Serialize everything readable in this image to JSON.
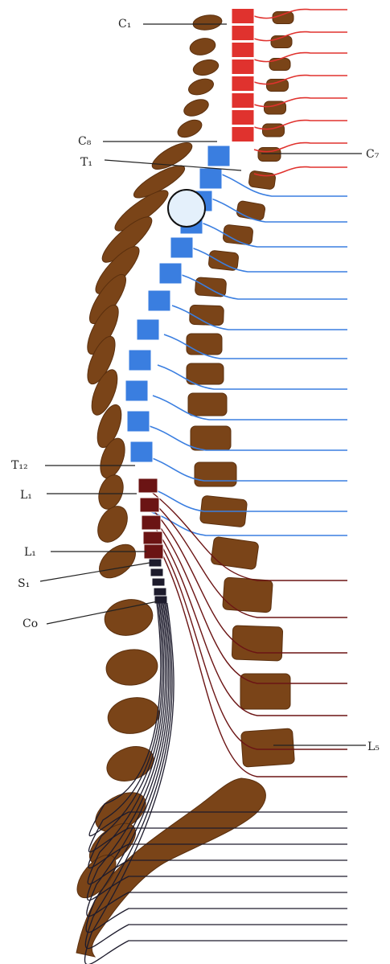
{
  "labels": {
    "c1": "C₁",
    "c8": "C₈",
    "c7": "C₇",
    "t1": "T₁",
    "t12": "T₁₂",
    "l1a": "L₁",
    "l1b": "L₁",
    "s1": "S₁",
    "co": "Co",
    "l5": "L₅"
  },
  "colors": {
    "bone": "#7a4418",
    "bone_dark": "#5a2f0e",
    "cervical": "#e0322e",
    "thoracic": "#3a7ee0",
    "lumbar": "#6b1414",
    "sacral": "#1d1b2c",
    "marker_fill": "#e4f0fb"
  },
  "icons": {
    "marker": "circle-marker-icon"
  }
}
